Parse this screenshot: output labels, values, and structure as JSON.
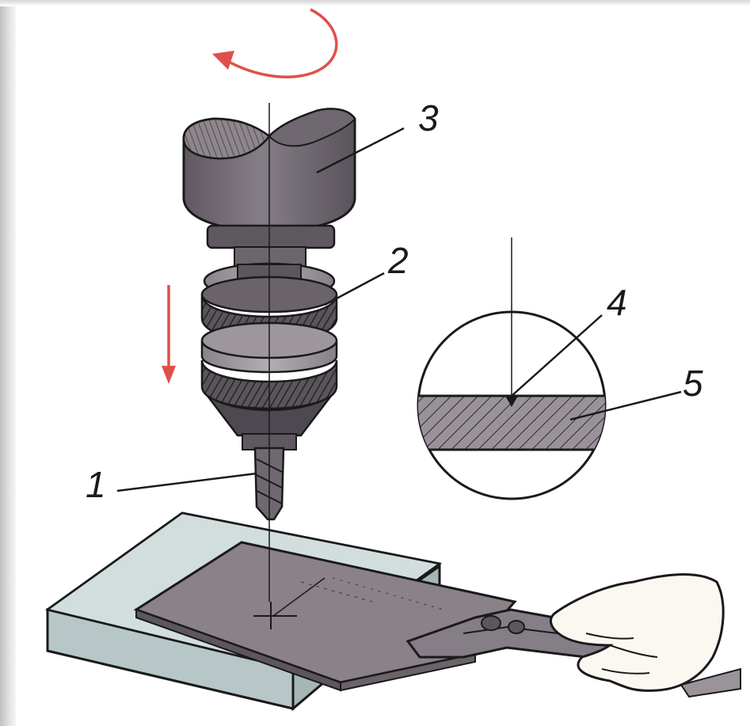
{
  "labels": {
    "drill_bit": "1",
    "chuck": "2",
    "spindle": "3",
    "center_mark": "4",
    "workpiece_section": "5"
  },
  "colors": {
    "metal": "#7b747b",
    "metal_dark": "#5d565e",
    "vise": "#c9d6d6",
    "vise_dark": "#9fb0b0",
    "plate": "#8a8189",
    "arrow": "#e0504a",
    "hand": "#fbf8f2",
    "ink": "#1a1a1a"
  },
  "icons": {
    "rotation": "curved-arrow-icon",
    "feed": "down-arrow-icon"
  }
}
